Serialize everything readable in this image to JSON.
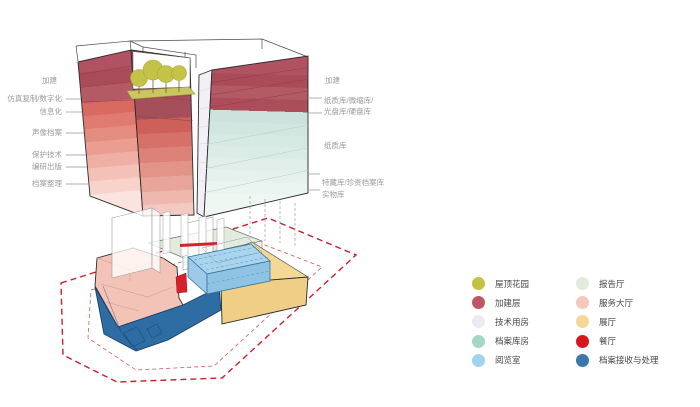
{
  "figure": {
    "type": "axonometric archive-building program diagram",
    "site_boundary_style": "red dashed"
  },
  "labels_left": {
    "0": "加建",
    "1": "仿真复制/数字化",
    "2": "信息化",
    "3": "声像档案",
    "4": "保护技术",
    "5": "编研出版",
    "6": "档案整理"
  },
  "labels_right": {
    "0": "加建",
    "1": "纸质库/微缩库/",
    "2": "光盘库/硬盘库",
    "3": "纸质库",
    "4": "特藏库/珍贵档案库",
    "5": "实物库"
  },
  "legend": {
    "left": [
      {
        "label": "屋顶花园",
        "color": "#c3c244"
      },
      {
        "label": "加建层",
        "color": "#c05663"
      },
      {
        "label": "技术用房",
        "color": "#eceaf2"
      },
      {
        "label": "档案库房",
        "color": "#a5d6c6"
      },
      {
        "label": "阅览室",
        "color": "#a3d2ee"
      }
    ],
    "right": [
      {
        "label": "报告厅",
        "color": "#e3ecda"
      },
      {
        "label": "服务大厅",
        "color": "#f6c7bc"
      },
      {
        "label": "展厅",
        "color": "#f4d794"
      },
      {
        "label": "餐厅",
        "color": "#d6161f"
      },
      {
        "label": "档案接收与处理",
        "color": "#3a77ae"
      }
    ]
  },
  "palette": {
    "leg0": "#c3c244",
    "leg1": "#c05663",
    "leg2": "#eceaf2",
    "leg3": "#a5d6c6",
    "leg4": "#a3d2ee",
    "leg5": "#e3ecda",
    "leg6": "#f6c7bc",
    "leg7": "#f4d794",
    "leg8": "#d6161f",
    "leg9": "#3a77ae",
    "boundary": "#c8202c",
    "boundary2": "#d4555c",
    "addition_dark_red": "#b05261",
    "tower_salmon": "#d96a62",
    "tower_teal": "#cbe3dc",
    "roof_garden_olive": "#c9c75f"
  }
}
